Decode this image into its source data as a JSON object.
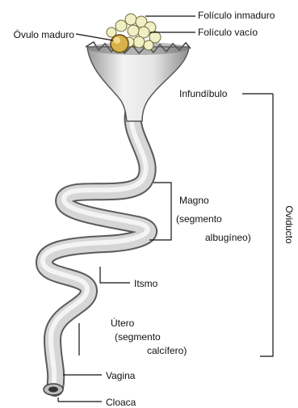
{
  "labels": {
    "foliculo_inmaduro": "Folículo inmaduro",
    "ovulo_maduro": "Óvulo maduro",
    "foliculo_vacio": "Folículo vacío",
    "infundibulo": "Infundíbulo",
    "magno_1": "Magno",
    "magno_2": "(segmento",
    "magno_3": "albugíneo)",
    "oviducto": "Oviducto",
    "itsmo": "Itsmo",
    "utero_1": "Útero",
    "utero_2": "(segmento",
    "utero_3": "calcífero)",
    "vagina": "Vagina",
    "cloaca": "Cloaca"
  },
  "colors": {
    "tube_outline": "#5a5a5a",
    "tube_fill": "#d6d6d6",
    "tube_highlight": "#f4f4f4",
    "funnel_fill": "#cfcfcf",
    "follicle_fill": "#f1efc4",
    "ovum_fill": "#d7b24a",
    "leader": "#111111"
  }
}
